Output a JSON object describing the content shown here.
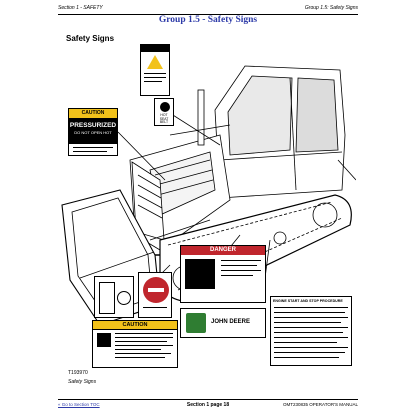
{
  "header": {
    "left": "Section 1 - SAFETY",
    "right": "Group 1.5: Safety Signs"
  },
  "title": "Group 1.5 - Safety Signs",
  "section_title": "Safety Signs",
  "decals": {
    "pressurized": {
      "caution": "CAUTION",
      "word": "PRESSURIZED",
      "sub": "DO NOT OPEN HOT"
    },
    "danger": {
      "word": "DANGER"
    },
    "caution_bottom": {
      "word": "CAUTION"
    },
    "brand": "JOHN DEERE",
    "engine_start": "ENGINE START AND STOP PROCEDURE",
    "hot_seat": "HOT SEAT BELT"
  },
  "figure_id": "T193970",
  "figure_caption": "Safety Signs",
  "footer": {
    "link": "« Go to Section TOC",
    "center": "Section 1 page 18",
    "right": "OMT230835 OPERATOR'S MANUAL"
  },
  "colors": {
    "title": "#2d3aa8",
    "danger_red": "#c0262d",
    "caution_yellow": "#f2c21b",
    "deere_green": "#2f7d32"
  }
}
